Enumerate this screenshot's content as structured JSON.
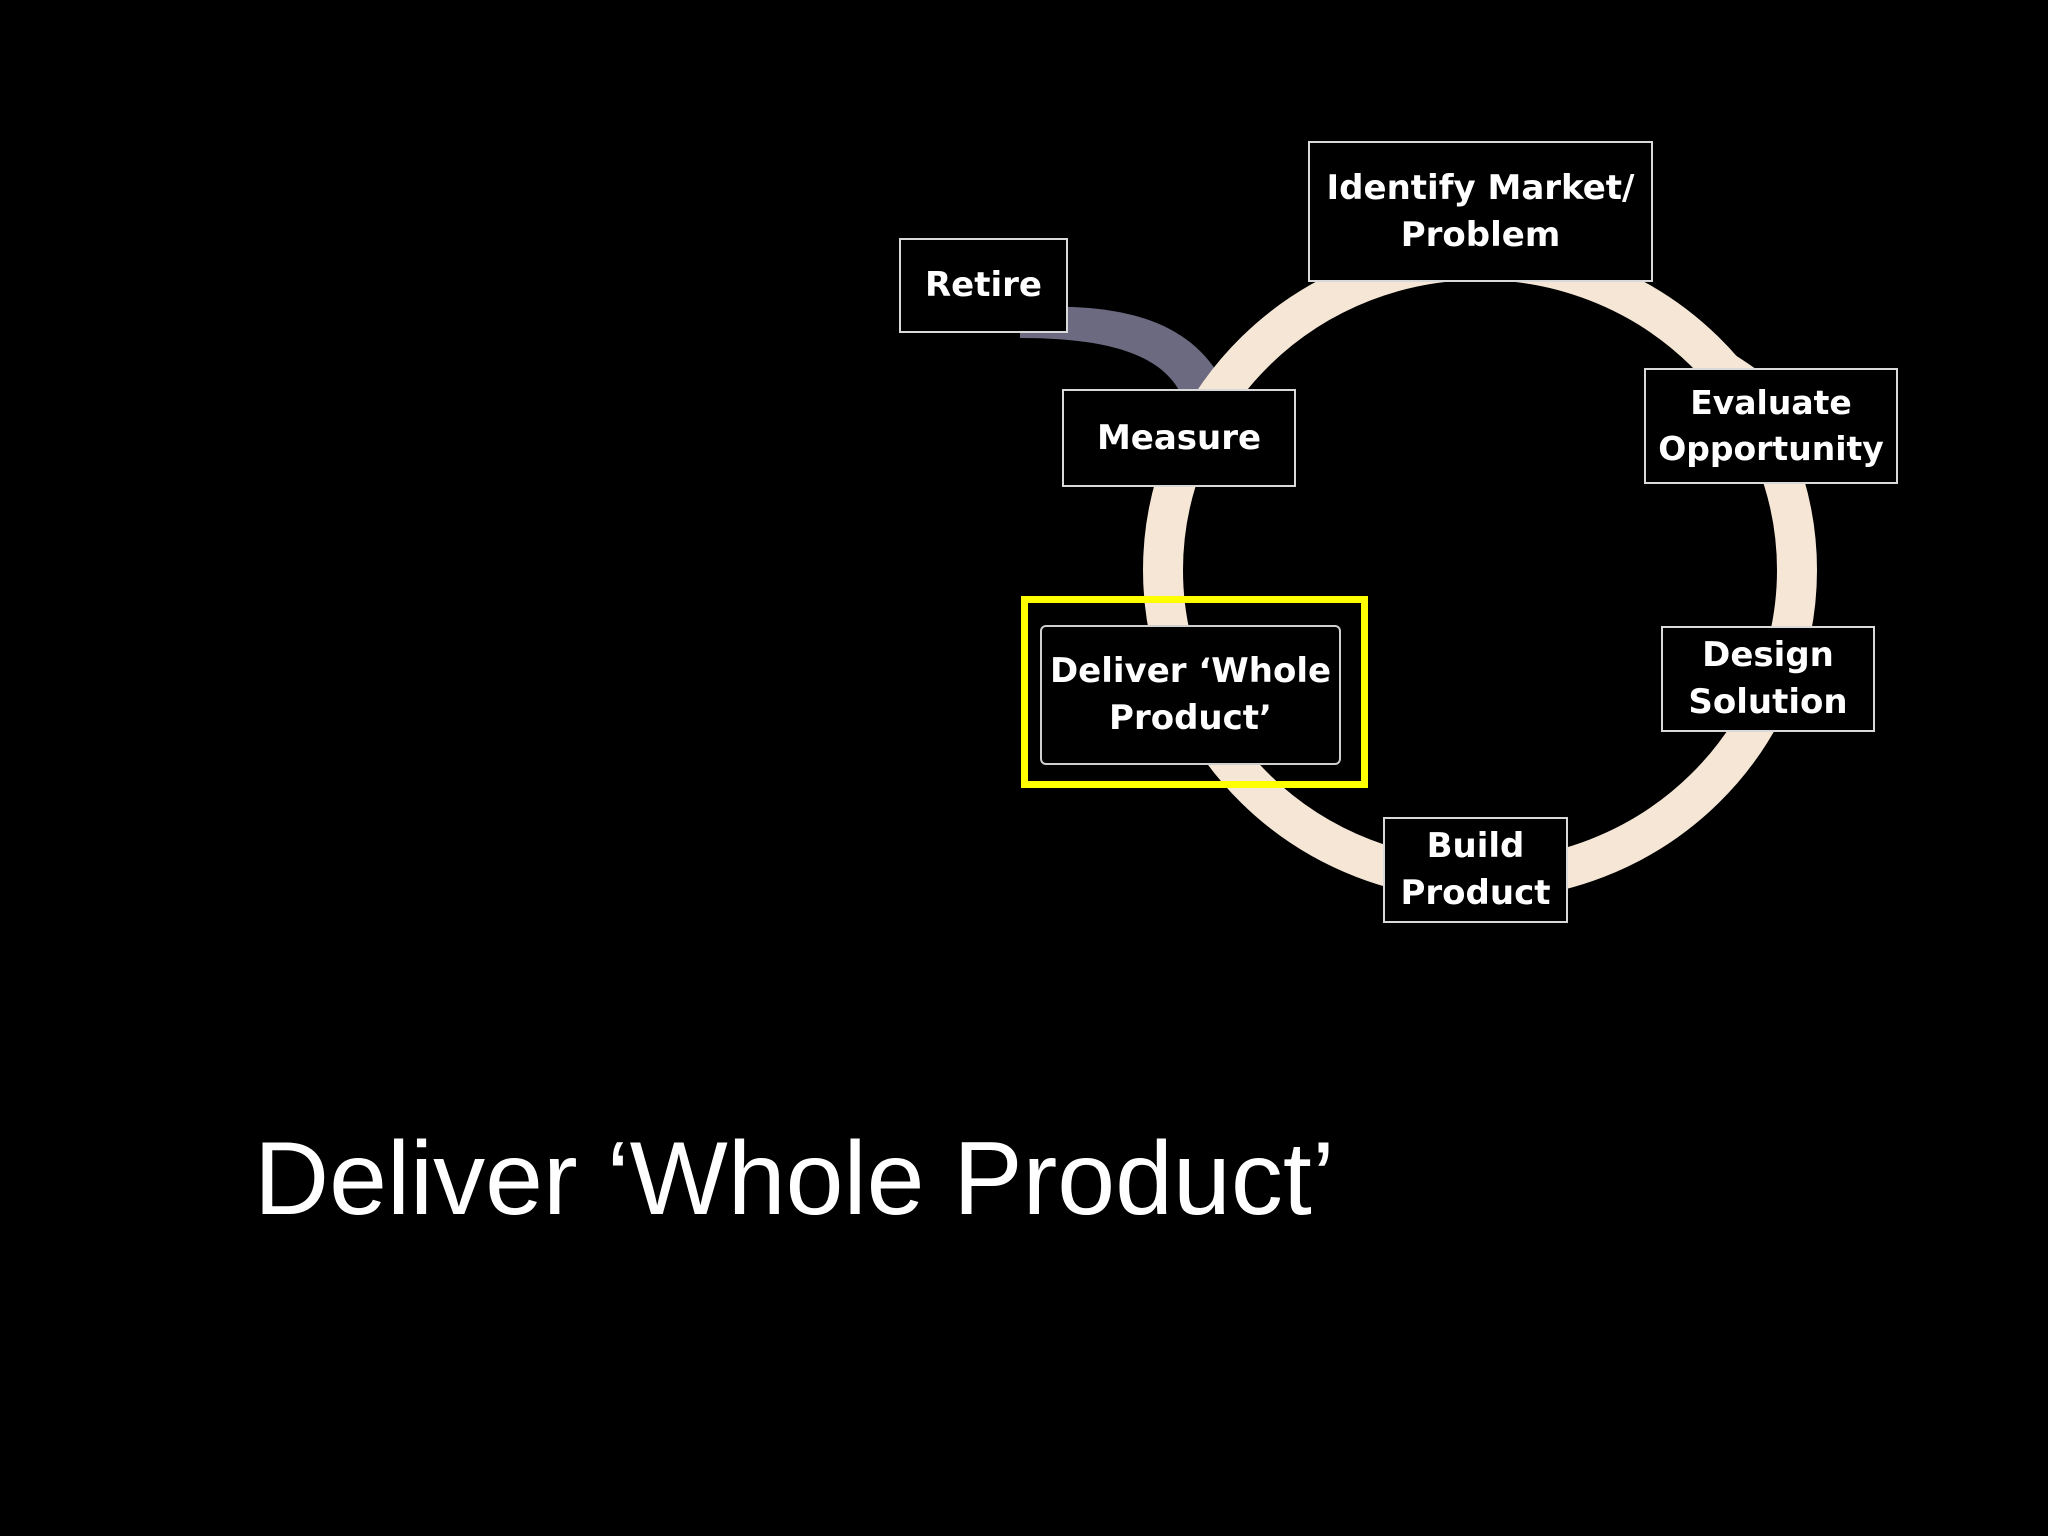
{
  "slide": {
    "title": "Deliver ‘Whole Product’"
  },
  "diagram": {
    "highlighted_step": "Deliver ‘Whole Product’",
    "highlight_color": "#ffff00",
    "cycle_color": "#f5e6d6",
    "retire_branch_color": "#6b6a80",
    "nodes": {
      "identify": "Identify Market/\nProblem",
      "evaluate": "Evaluate\nOpportunity",
      "design": "Design\nSolution",
      "build": "Build\nProduct",
      "deliver": "Deliver ‘Whole\nProduct’",
      "measure": "Measure",
      "retire": "Retire"
    }
  }
}
